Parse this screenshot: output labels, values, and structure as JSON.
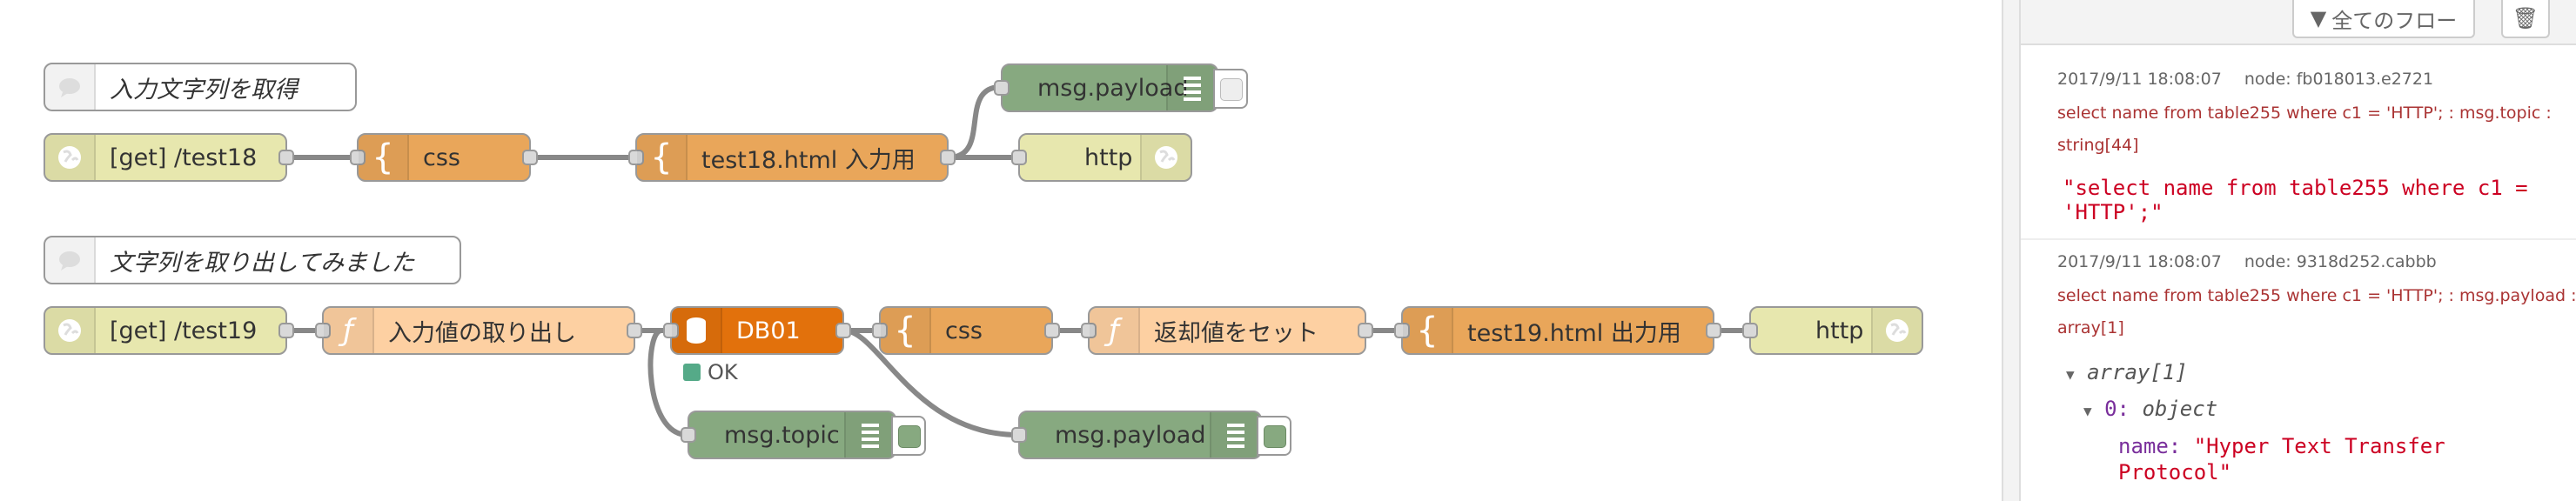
{
  "flows": {
    "row1": {
      "comment": "入力文字列を取得",
      "http_in": "[get] /test18",
      "css": "css",
      "template": "test18.html 入力用",
      "debug": "msg.payload",
      "http_out": "http"
    },
    "row2": {
      "comment": "文字列を取り出してみました",
      "http_in": "[get] /test19",
      "func1": "入力値の取り出し",
      "db": "DB01",
      "db_status": "OK",
      "css": "css",
      "func2": "返却値をセット",
      "template": "test19.html 出力用",
      "http_out": "http",
      "debug_topic": "msg.topic",
      "debug_payload": "msg.payload"
    }
  },
  "sidebar": {
    "filter_label": "全てのフロー",
    "messages": [
      {
        "time": "2017/9/11 18:08:07",
        "node": "node: fb018013.e2721",
        "topic_line1": "select name from table255 where c1 = 'HTTP'; : msg.topic :",
        "topic_line2": "string[44]",
        "value_line1": "\"select name from table255 where c1 =",
        "value_line2": "'HTTP';\""
      },
      {
        "time": "2017/9/11 18:08:07",
        "node": "node: 9318d252.cabbb",
        "topic_line1": "select name from table255 where c1 = 'HTTP'; : msg.payload :",
        "topic_line2": "array[1]",
        "tree_array": "array[1]",
        "tree_index": "0:",
        "tree_object": "object",
        "tree_key": "name:",
        "tree_value_line1": "\"Hyper Text Transfer",
        "tree_value_line2": "Protocol\""
      }
    ]
  },
  "colors": {
    "http": "#e7e7ae",
    "template": "#e9a65a",
    "function": "#fdd0a2",
    "database": "#e2710c",
    "debug": "#87a980"
  }
}
